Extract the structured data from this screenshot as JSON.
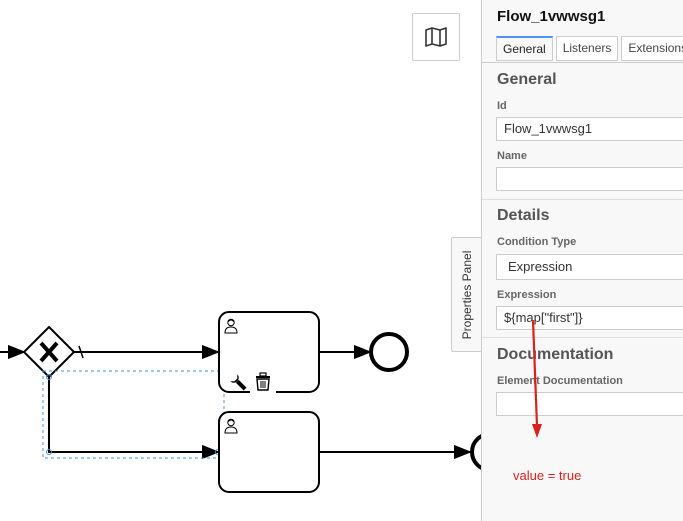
{
  "canvas": {
    "minimap_icon": "map-icon",
    "context_pad": {
      "wrench": "wrench-icon",
      "trash": "trash-icon"
    }
  },
  "properties_tab": {
    "label": "Properties Panel"
  },
  "panel": {
    "title": "Flow_1vwwsg1",
    "tabs": [
      {
        "label": "General",
        "active": true
      },
      {
        "label": "Listeners",
        "active": false
      },
      {
        "label": "Extensions",
        "active": false
      }
    ],
    "general": {
      "heading": "General",
      "id_label": "Id",
      "id_value": "Flow_1vwwsg1",
      "name_label": "Name",
      "name_value": ""
    },
    "details": {
      "heading": "Details",
      "condition_type_label": "Condition Type",
      "condition_type_value": "Expression",
      "expression_label": "Expression",
      "expression_value": "${map[\"first\"]}"
    },
    "documentation": {
      "heading": "Documentation",
      "element_doc_label": "Element Documentation",
      "element_doc_value": ""
    }
  },
  "annotation": {
    "text": "value = true",
    "color": "#d8221e"
  },
  "colors": {
    "selection": "#4a90d9",
    "active_tab_accent": "#4d90fe"
  }
}
